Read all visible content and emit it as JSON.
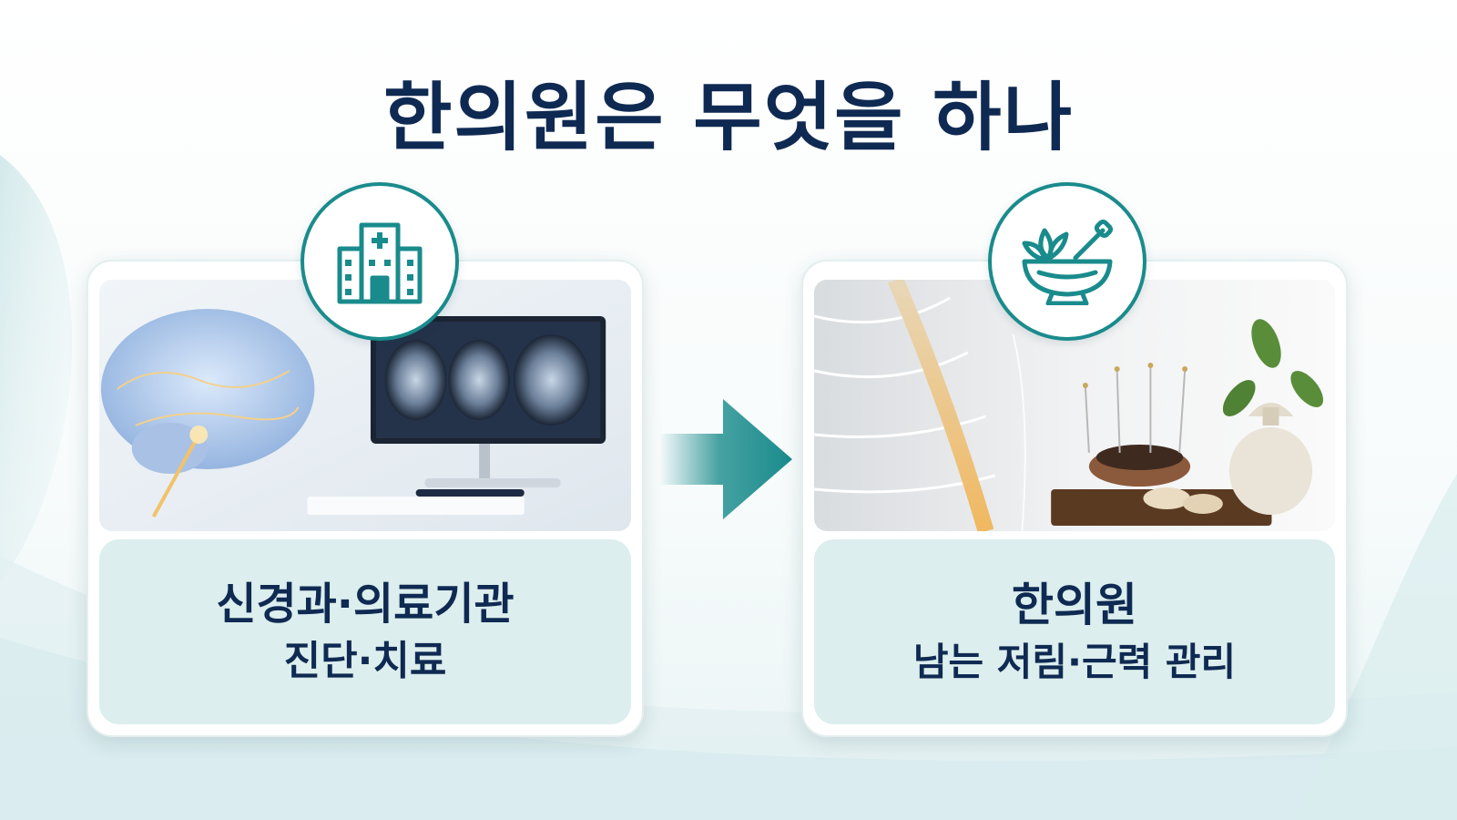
{
  "title": "한의원은 무엇을 하나",
  "left_card": {
    "line1": "신경과·의료기관",
    "line2": "진단·치료",
    "icon": "hospital-icon"
  },
  "right_card": {
    "line1": "한의원",
    "line2": "남는 저림·근력 관리",
    "icon": "mortar-pestle-herb-icon"
  },
  "arrow_icon": "right-arrow-icon",
  "colors": {
    "title": "#0f2a52",
    "accent_teal": "#1a8b8c",
    "label_bg": "#dceeed"
  }
}
